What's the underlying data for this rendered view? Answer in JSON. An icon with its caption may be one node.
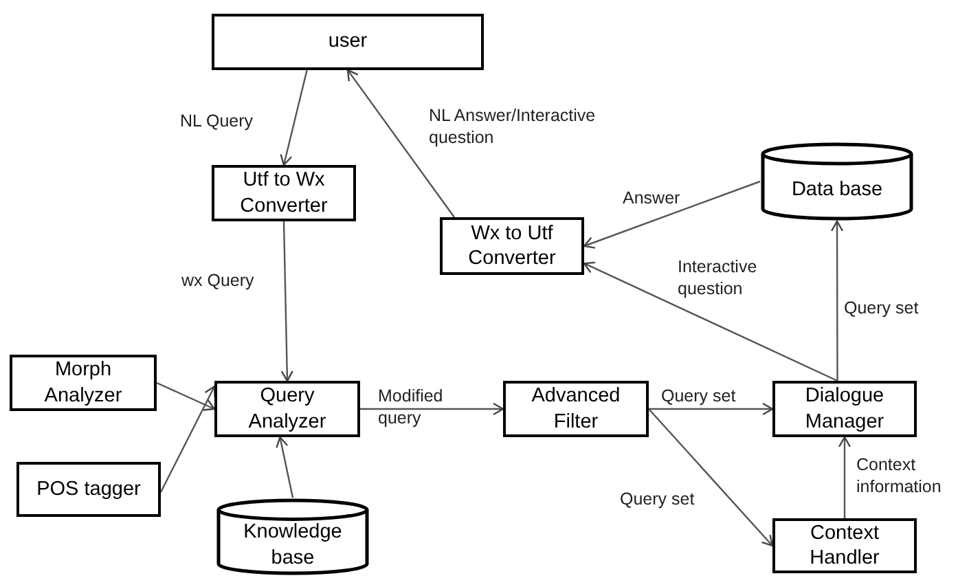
{
  "diagram": {
    "nodes": [
      {
        "text": [
          "user"
        ]
      },
      {
        "text": [
          "Utf to Wx Converter"
        ]
      },
      {
        "text": [
          "Wx to Utf Converter"
        ]
      },
      {
        "text": [
          "Data base"
        ]
      },
      {
        "text": [
          "Morph Analyzer"
        ]
      },
      {
        "text": [
          "Query Analyzer"
        ]
      },
      {
        "text": [
          "Advanced Filter"
        ]
      },
      {
        "text": [
          "Dialogue Manager"
        ]
      },
      {
        "text": [
          "POS tagger"
        ]
      },
      {
        "text": [
          "Knowledge base"
        ]
      },
      {
        "text": [
          "Context Handler"
        ]
      }
    ],
    "edges": [
      {
        "from": 0,
        "to": 1,
        "arrow": "to",
        "label": "NL Query"
      },
      {
        "from": 1,
        "to": 5,
        "arrow": "to",
        "label": "wx Query"
      },
      {
        "from": 2,
        "to": 0,
        "arrow": "to",
        "label": "NL Answer/Interactive question"
      },
      {
        "from": 3,
        "to": 2,
        "arrow": "to",
        "label": "Answer"
      },
      {
        "from": 7,
        "to": 2,
        "arrow": "to",
        "label": "Interactive question"
      },
      {
        "from": 7,
        "to": 3,
        "arrow": "to",
        "label": "Query set"
      },
      {
        "from": 4,
        "to": 5,
        "arrow": "to"
      },
      {
        "from": 8,
        "to": 5,
        "arrow": "to"
      },
      {
        "from": 9,
        "to": 5,
        "arrow": "to"
      },
      {
        "from": 5,
        "to": 6,
        "arrow": "to",
        "label": "Modified query"
      },
      {
        "from": 6,
        "to": 7,
        "arrow": "to",
        "label": "Query set"
      },
      {
        "from": 6,
        "to": 10,
        "arrow": "to",
        "label": "Query set"
      },
      {
        "from": 10,
        "to": 7,
        "arrow": "to",
        "label": "Context information"
      }
    ]
  }
}
